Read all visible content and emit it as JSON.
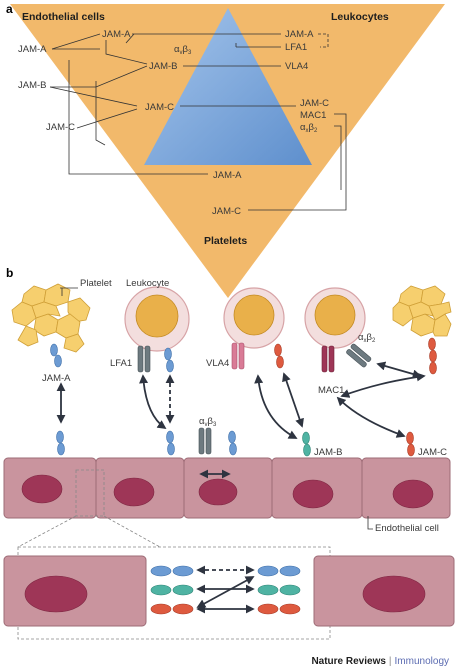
{
  "panels": {
    "a": "a",
    "b": "b"
  },
  "panel_a": {
    "headers": {
      "endothelial": "Endothelial cells",
      "leukocytes": "Leukocytes",
      "platelets": "Platelets"
    },
    "left_labels": [
      "JAM-A",
      "JAM-A",
      "JAM-B",
      "JAM-C"
    ],
    "inner_labels": {
      "jam_a_top": "JAM-A",
      "jam_b": "JAM-B",
      "jam_c": "JAM-C",
      "avb3": "α",
      "avb3_sub1": "v",
      "avb3_mid": "β",
      "avb3_sub2": "3"
    },
    "right_labels": {
      "jam_a": "JAM-A",
      "lfa1": "LFA1",
      "vla4": "VLA4",
      "jam_c": "JAM-C",
      "mac1": "MAC1",
      "axb2": "α",
      "axb2_sub1": "x",
      "axb2_mid": "β",
      "axb2_sub2": "2"
    },
    "bottom_labels": {
      "jam_a": "JAM-A",
      "jam_c": "JAM-C"
    }
  },
  "panel_b": {
    "cells": {
      "platelet": "Platelet",
      "leukocyte": "Leukocyte",
      "endothelial": "Endothelial cell"
    },
    "molecules": {
      "jam_a": "JAM-A",
      "lfa1": "LFA1",
      "vla4": "VLA4",
      "mac1": "MAC1",
      "jam_b": "JAM-B",
      "jam_c": "JAM-C",
      "avb3": "α",
      "avb3_sub1": "v",
      "avb3_mid": "β",
      "avb3_sub2": "3",
      "axb2": "α",
      "axb2_sub1": "x",
      "axb2_mid": "β",
      "axb2_sub2": "2"
    }
  },
  "footer": {
    "journal": "Nature Reviews",
    "separator": "|",
    "section": "Immunology"
  },
  "colors": {
    "triangle_outer": "#f2b96b",
    "triangle_inner": "#7aa7dc",
    "endothelium": "#c9949e",
    "nucleus": "#9e3657",
    "jam_a": "#6c9bd3",
    "jam_b": "#4fb3a3",
    "jam_c": "#de5a3f",
    "integrin": "#6d7a80",
    "section_accent": "#5b6bb1"
  }
}
